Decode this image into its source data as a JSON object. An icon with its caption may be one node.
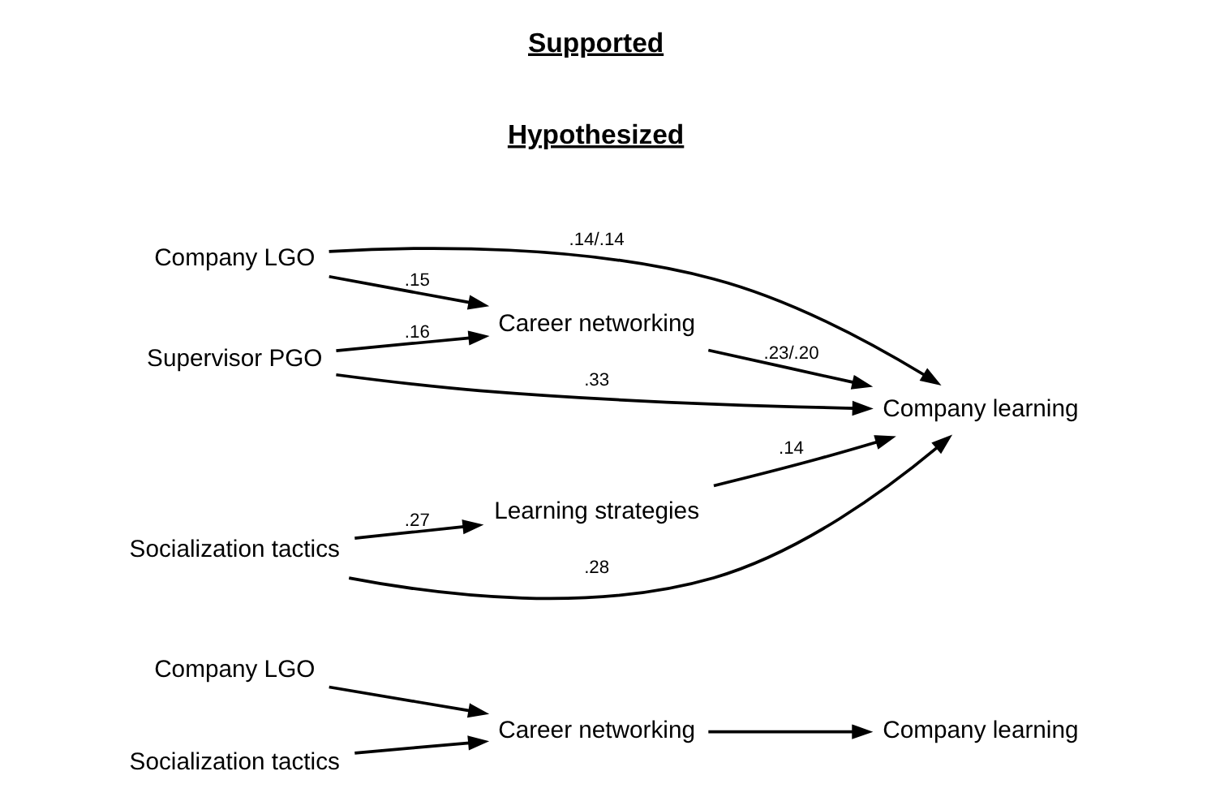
{
  "diagram": {
    "nodes": [
      {
        "text": [
          "Company LGO"
        ]
      },
      {
        "text": [
          "Socialization tactics"
        ]
      },
      {
        "text": [
          "Career networking"
        ]
      },
      {
        "text": [
          "Company learning"
        ]
      },
      {
        "text": [
          "Company LGO"
        ]
      },
      {
        "text": [
          "Supervisor PGO"
        ]
      },
      {
        "text": [
          "Socialization tactics"
        ]
      },
      {
        "text": [
          "Career networking"
        ]
      },
      {
        "text": [
          "Learning strategies"
        ]
      },
      {
        "text": [
          "Company learning"
        ]
      }
    ],
    "edges": [
      {
        "from": 0,
        "to": 2,
        "arrow": "to"
      },
      {
        "from": 1,
        "to": 2,
        "arrow": "to"
      },
      {
        "from": 2,
        "to": 3,
        "arrow": "to"
      },
      {
        "from": 4,
        "to": 7,
        "arrow": "to",
        "label": ".15"
      },
      {
        "from": 5,
        "to": 7,
        "arrow": "to",
        "label": ".16"
      },
      {
        "from": 6,
        "to": 8,
        "arrow": "to",
        "label": ".27"
      },
      {
        "from": 7,
        "to": 9,
        "arrow": "to",
        "label": ".23/.20"
      },
      {
        "from": 8,
        "to": 9,
        "arrow": "to",
        "label": ".14"
      },
      {
        "from": 4,
        "to": 9,
        "arrow": "to",
        "label": ".14/.14"
      },
      {
        "from": 5,
        "to": 9,
        "arrow": "to",
        "label": ".33"
      },
      {
        "from": 6,
        "to": 9,
        "arrow": "to",
        "label": ".28"
      }
    ],
    "labels": [
      "Hypothesized",
      "Supported"
    ]
  }
}
